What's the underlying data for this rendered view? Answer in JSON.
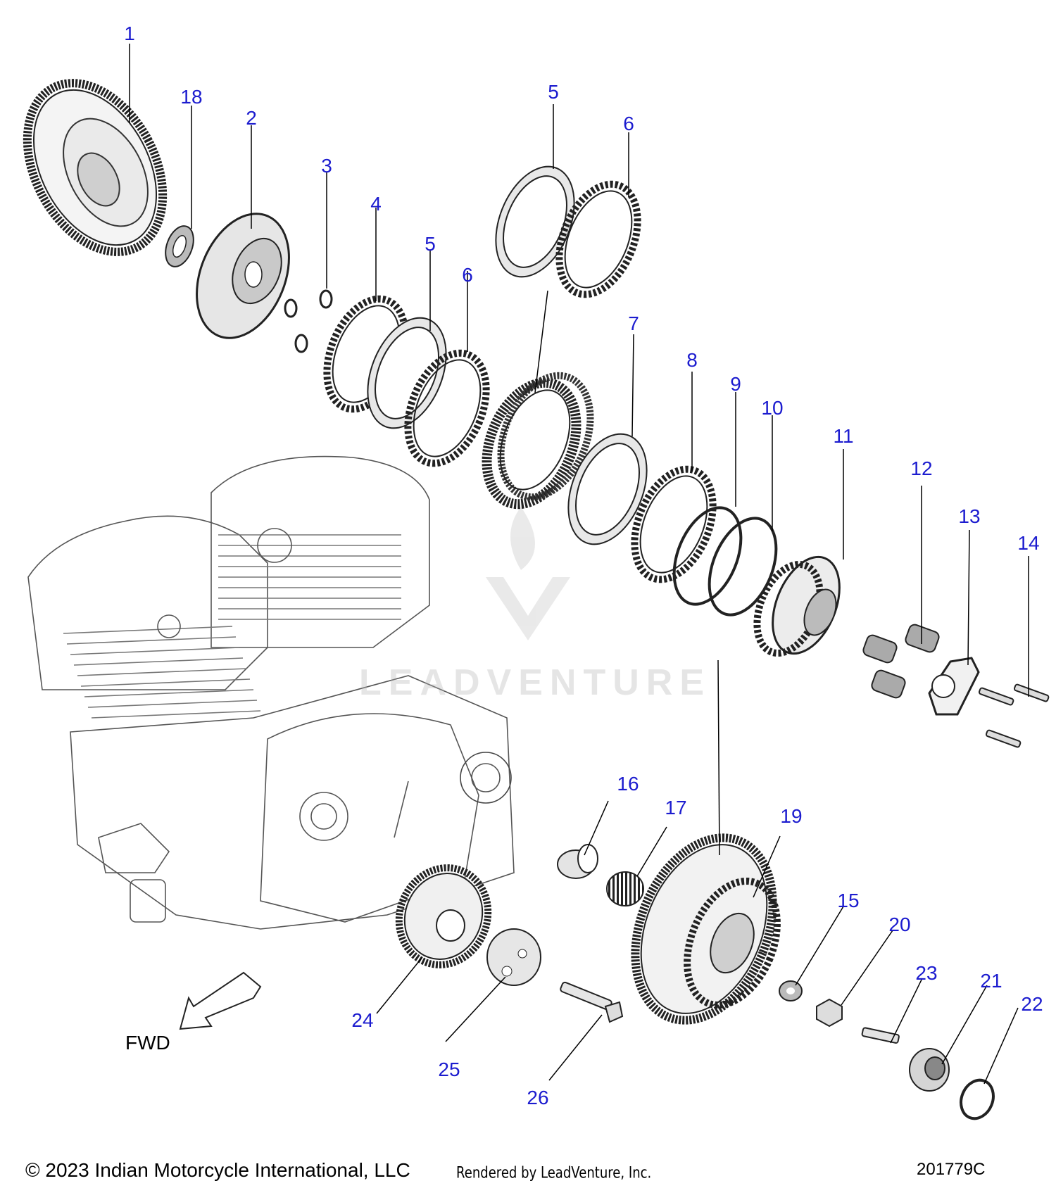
{
  "diagram": {
    "callouts": [
      {
        "id": "c1",
        "label": "1"
      },
      {
        "id": "c18",
        "label": "18"
      },
      {
        "id": "c2",
        "label": "2"
      },
      {
        "id": "c3",
        "label": "3"
      },
      {
        "id": "c4",
        "label": "4"
      },
      {
        "id": "c5a",
        "label": "5"
      },
      {
        "id": "c6a",
        "label": "6"
      },
      {
        "id": "c5b",
        "label": "5"
      },
      {
        "id": "c6b",
        "label": "6"
      },
      {
        "id": "c7",
        "label": "7"
      },
      {
        "id": "c8",
        "label": "8"
      },
      {
        "id": "c9",
        "label": "9"
      },
      {
        "id": "c10",
        "label": "10"
      },
      {
        "id": "c11",
        "label": "11"
      },
      {
        "id": "c12",
        "label": "12"
      },
      {
        "id": "c13",
        "label": "13"
      },
      {
        "id": "c14",
        "label": "14"
      },
      {
        "id": "c16",
        "label": "16"
      },
      {
        "id": "c17",
        "label": "17"
      },
      {
        "id": "c19",
        "label": "19"
      },
      {
        "id": "c15",
        "label": "15"
      },
      {
        "id": "c20",
        "label": "20"
      },
      {
        "id": "c23",
        "label": "23"
      },
      {
        "id": "c21",
        "label": "21"
      },
      {
        "id": "c22",
        "label": "22"
      },
      {
        "id": "c24",
        "label": "24"
      },
      {
        "id": "c25",
        "label": "25"
      },
      {
        "id": "c26",
        "label": "26"
      }
    ],
    "direction_label": "FWD",
    "callout_color": "#1c1ccf",
    "line_color": "#000000",
    "watermark": "LEADVENTURE"
  },
  "footer": {
    "copyright": "© 2023 Indian Motorcycle International, LLC",
    "rendered_by": "Rendered by LeadVenture, Inc.",
    "drawing_id": "201779C"
  }
}
